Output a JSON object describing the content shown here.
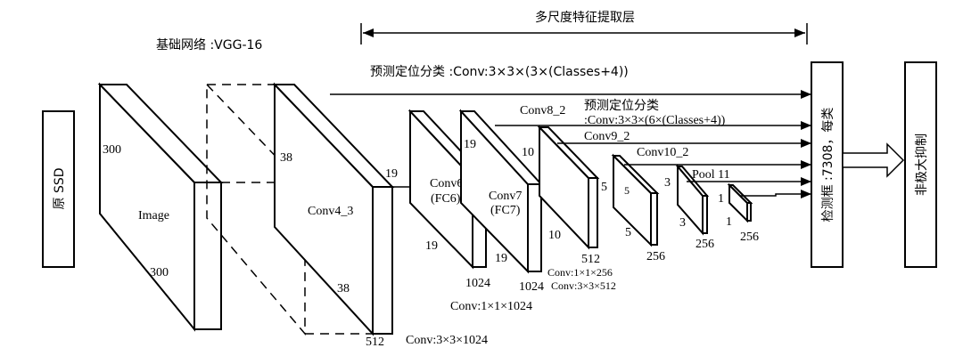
{
  "header": {
    "title": "多尺度特征提取层",
    "base_network": "基础网络 :VGG-16"
  },
  "left_box": "原 SSD",
  "detect_box": "检测框 :7308，每类",
  "nms_box": "非极大抑制",
  "predict_top": "预测定位分类 :Conv:3×3×(3×(Classes+4))",
  "predict_mid_line1": "预测定位分类",
  "predict_mid_line2": ":Conv:3×3×(6×(Classes+4))",
  "layers": {
    "image": {
      "name": "Image",
      "h": "300",
      "w": "300"
    },
    "conv4_3": {
      "name": "Conv4_3",
      "h": "38",
      "w": "38",
      "c": "512",
      "op": "Conv:3×3×1024"
    },
    "conv6": {
      "name": "Conv6",
      "sub": "(FC6)",
      "h": "19",
      "w": "19",
      "c": "1024",
      "op": "Conv:1×1×1024"
    },
    "conv7": {
      "name": "Conv7",
      "sub": "(FC7)",
      "h": "19",
      "w": "19",
      "c": "1024",
      "op1": "Conv:1×1×256",
      "op2": "Conv:3×3×512"
    },
    "conv8_2": {
      "name": "Conv8_2",
      "h": "10",
      "w": "10",
      "c": "512"
    },
    "conv9_2": {
      "name": "Conv9_2",
      "h": "5",
      "w": "5",
      "c": "256"
    },
    "conv10_2": {
      "name": "Conv10_2",
      "h": "3",
      "w": "3",
      "c": "256"
    },
    "pool11": {
      "name": "Pool 11",
      "h": "1",
      "w": "1",
      "c": "256"
    }
  }
}
